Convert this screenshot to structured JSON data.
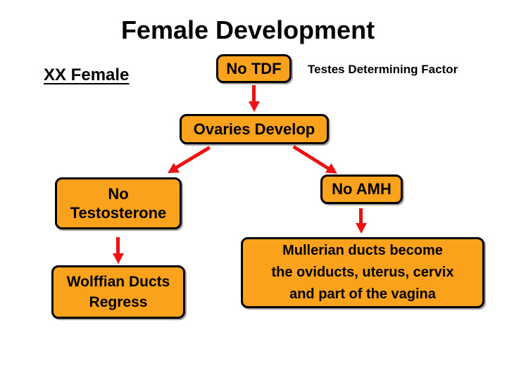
{
  "slide": {
    "title": "Female Development",
    "side_label": "XX Female",
    "caption_tdf": "Testes Determining Factor",
    "boxes": {
      "no_tdf": {
        "label": "No TDF"
      },
      "ovaries": {
        "label": "Ovaries Develop"
      },
      "no_testosterone": {
        "lines": [
          "No",
          "Testosterone"
        ]
      },
      "no_amh": {
        "label": "No AMH"
      },
      "wolffian": {
        "lines": [
          "Wolffian Ducts",
          "Regress"
        ]
      },
      "mullerian": {
        "lines": [
          "Mullerian ducts become",
          "the oviducts, uterus, cervix",
          "and part of the vagina"
        ]
      }
    },
    "colors": {
      "background": "#FFFFFF",
      "box_fill": "#FAA21B",
      "box_border": "#000000",
      "arrow_red": "#EE1111",
      "text": "#000000"
    }
  }
}
